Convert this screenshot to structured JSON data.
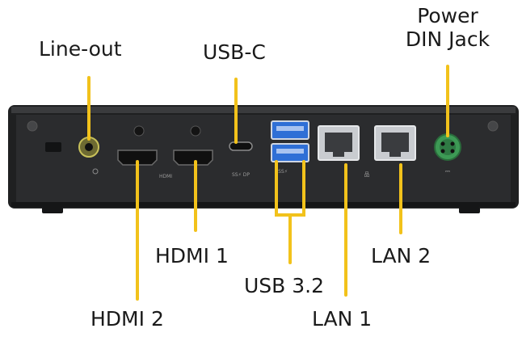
{
  "labels": {
    "line_out": "Line-out",
    "usb_c": "USB-C",
    "power_line1": "Power",
    "power_line2": "DIN Jack",
    "hdmi1": "HDMI 1",
    "hdmi2": "HDMI 2",
    "usb32": "USB 3.2",
    "lan1": "LAN 1",
    "lan2": "LAN 2"
  },
  "port_marks": {
    "hdmi": "HDMI",
    "usbc_mark": "SS⚡ DP",
    "usb_mark": "SS⚡",
    "lan_mark": "品",
    "dc": "⎓"
  },
  "colors": {
    "callout_line": "#f2c21b",
    "device_body": "#1f2021",
    "device_face": "#2b2c2e",
    "usb_blue": "#2f6fd6",
    "power_green": "#3d9a55",
    "audio_green": "#9aa84a"
  }
}
